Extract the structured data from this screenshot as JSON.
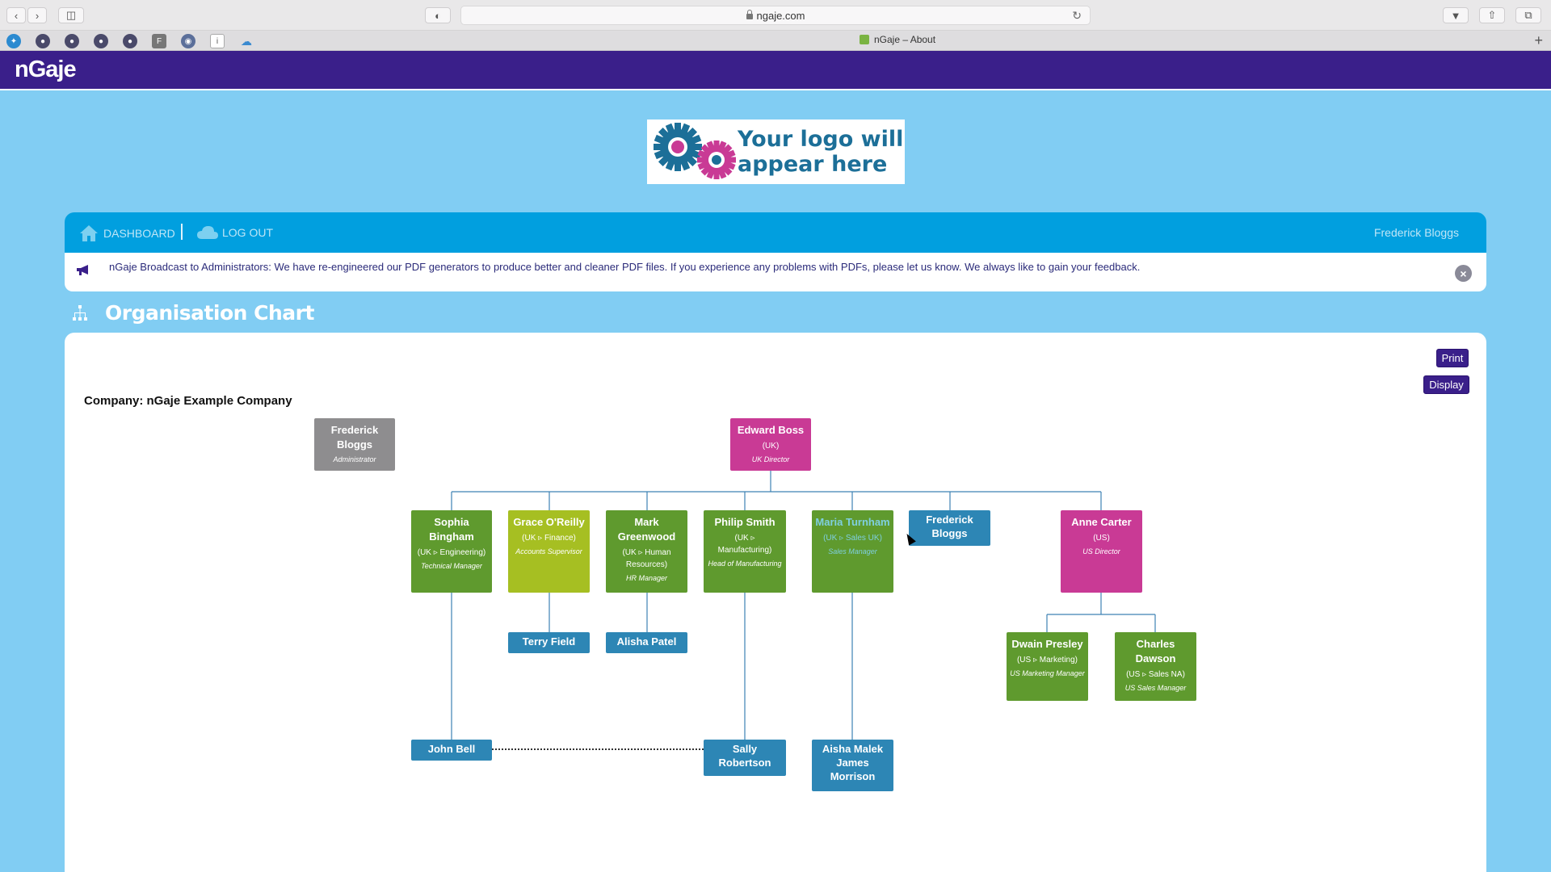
{
  "browser": {
    "url": "ngaje.com",
    "tab_title": "nGaje – About",
    "bookmarks": [
      "bird-icon",
      "avatar-icon",
      "avatar-icon",
      "avatar-icon",
      "avatar-icon",
      "F",
      "globe-icon",
      "i",
      "cloud-icon"
    ]
  },
  "app": {
    "brand": "nGaje"
  },
  "logo": {
    "line1": "Your logo will",
    "line2": "appear here"
  },
  "nav": {
    "dashboard": "DASHBOARD",
    "logout": "LOG OUT",
    "user": "Frederick Bloggs"
  },
  "broadcast": {
    "text": "nGaje Broadcast to Administrators: We have re-engineered our PDF generators to produce better and cleaner PDF files. If you experience any problems with PDFs, please let us know. We always like to gain your feedback."
  },
  "page": {
    "title": "Organisation Chart",
    "print_label": "Print",
    "display_label": "Display",
    "company_label": "Company:  nGaje Example Company"
  },
  "colors": {
    "purple": "#3a1f8a",
    "magenta": "#c93a95",
    "green": "#5f9a2e",
    "lime": "#a6bf22",
    "blue": "#2d86b5",
    "grey": "#8e8d8f",
    "teal_text": "#7fcfe0"
  },
  "org": {
    "admin": {
      "name": "Frederick Bloggs",
      "role": "Administrator"
    },
    "root": {
      "name": "Edward Boss",
      "dept": "(UK)",
      "role": "UK Director"
    },
    "sophia": {
      "name": "Sophia Bingham",
      "dept": "(UK ▹ Engineering)",
      "role": "Technical Manager"
    },
    "grace": {
      "name": "Grace O'Reilly",
      "dept": "(UK ▹ Finance)",
      "role": "Accounts Supervisor"
    },
    "mark": {
      "name": "Mark Greenwood",
      "dept": "(UK ▹ Human Resources)",
      "role": "HR Manager"
    },
    "philip": {
      "name": "Philip Smith",
      "dept": "(UK ▹ Manufacturing)",
      "role": "Head of Manufacturing"
    },
    "maria": {
      "name": "Maria Turnham",
      "dept": "(UK ▹ Sales UK)",
      "role": "Sales Manager"
    },
    "fred2": {
      "name": "Frederick Bloggs"
    },
    "anne": {
      "name": "Anne Carter",
      "dept": "(US)",
      "role": "US Director"
    },
    "terry": {
      "name": "Terry Field"
    },
    "alisha": {
      "name": "Alisha Patel"
    },
    "dwain": {
      "name": "Dwain Presley",
      "dept": "(US ▹ Marketing)",
      "role": "US Marketing Manager"
    },
    "charles": {
      "name": "Charles Dawson",
      "dept": "(US ▹ Sales NA)",
      "role": "US Sales Manager"
    },
    "john": {
      "name": "John Bell"
    },
    "sally": {
      "name": "Sally Robertson"
    },
    "aisha": {
      "name": "Aisha Malek James Morrison"
    }
  }
}
